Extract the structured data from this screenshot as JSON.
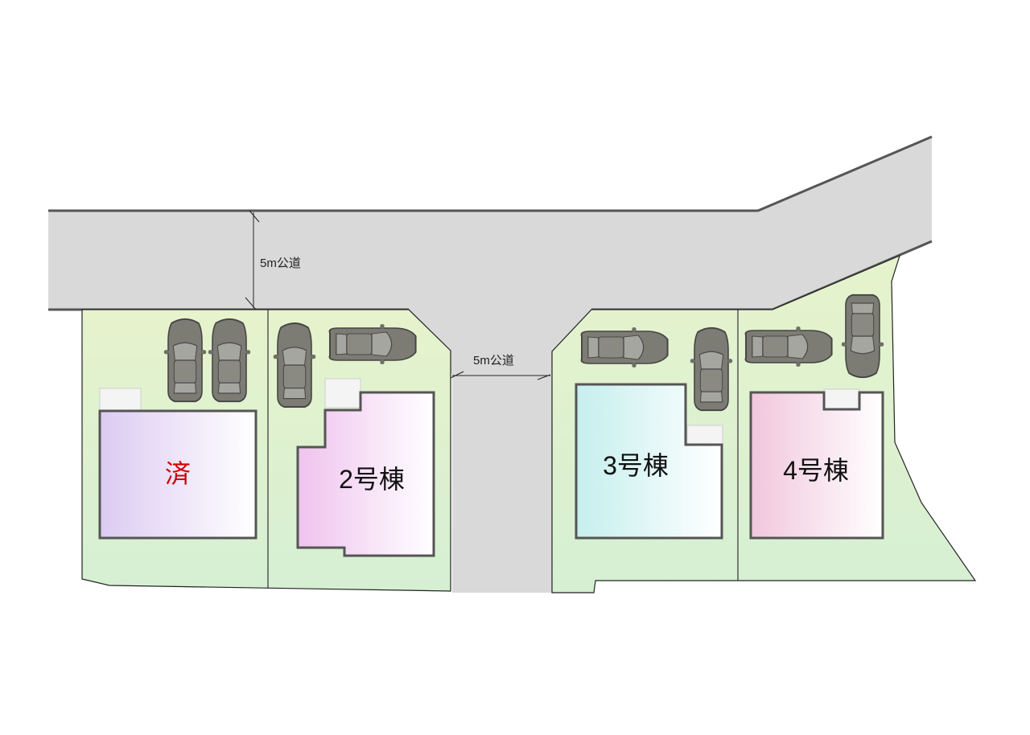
{
  "roads": {
    "north_road_label": "5m公道",
    "access_road_label": "5m公道"
  },
  "lots": [
    {
      "label": "済",
      "status": "sold",
      "label_color": "#cc0000"
    },
    {
      "label": "2号棟",
      "status": "available"
    },
    {
      "label": "3号棟",
      "status": "available"
    },
    {
      "label": "4号棟",
      "status": "available"
    }
  ],
  "colors": {
    "road": "#d9d9d9",
    "road_edge": "#555555",
    "lawn": "#d8efc9",
    "lot_1_house": "#dccbf2",
    "lot_2_house": "#efc3ee",
    "lot_3_house": "#c5efee",
    "lot_4_house": "#f1c6dc",
    "car": "#7c7c74"
  },
  "icons": [
    "car-icon"
  ]
}
